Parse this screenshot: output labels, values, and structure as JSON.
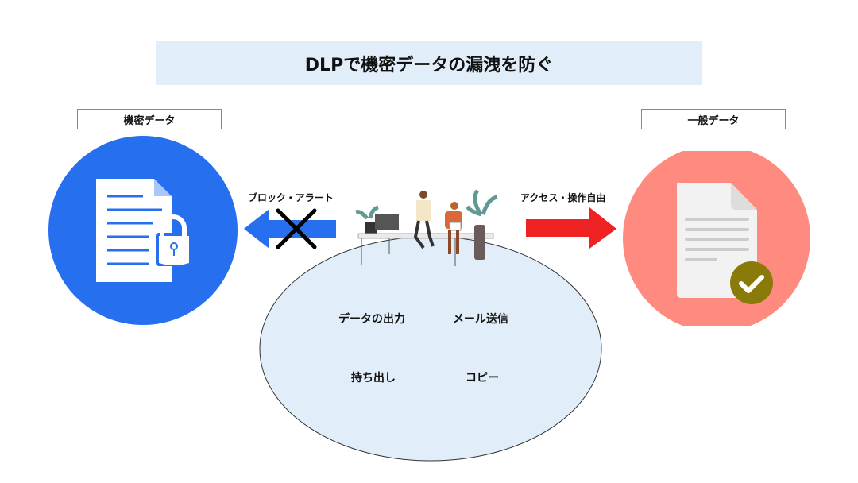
{
  "title": "DLPで機密データの漏洩を防ぐ",
  "left": {
    "label": "機密データ",
    "arrow_label": "ブロック・アラート",
    "color": "#2670f0"
  },
  "right": {
    "label": "一般データ",
    "arrow_label": "アクセス・操作自由",
    "color": "#ff8a80"
  },
  "actions": [
    "データの出力",
    "メール送信",
    "持ち出し",
    "コピー"
  ],
  "colors": {
    "ellipse": "#e1eef9",
    "block_arrow": "#2670f0",
    "allow_arrow": "#ee2222",
    "check": "#8a7a0a"
  }
}
